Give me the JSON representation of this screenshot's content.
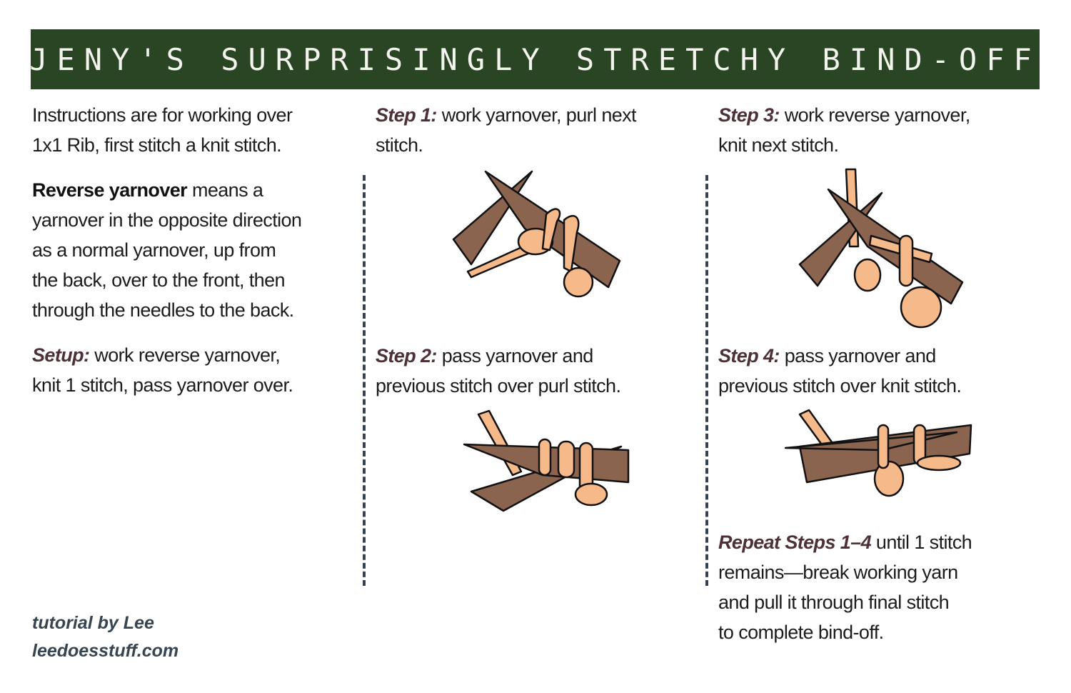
{
  "title": "JENY'S SURPRISINGLY STRETCHY BIND-OFF",
  "intro": {
    "lines": [
      "Instructions are for working over",
      "1x1 Rib, first stitch a knit stitch."
    ]
  },
  "reverse_yarnover": {
    "term": "Reverse yarnover",
    "lines": [
      " means a",
      "yarnover in the opposite direction",
      "as a normal yarnover, up from",
      "the back, over to the front, then",
      "through the needles to the back."
    ]
  },
  "setup": {
    "label": "Setup:",
    "lines": [
      " work reverse yarnover,",
      "knit 1 stitch, pass yarnover over."
    ]
  },
  "steps": [
    {
      "label": "Step 1:",
      "lines": [
        " work yarnover, purl next",
        "stitch."
      ]
    },
    {
      "label": "Step 2:",
      "lines": [
        " pass yarnover and",
        "previous stitch over purl stitch."
      ]
    },
    {
      "label": "Step 3:",
      "lines": [
        " work reverse yarnover,",
        "knit next stitch."
      ]
    },
    {
      "label": "Step 4:",
      "lines": [
        " pass yarnover and",
        "previous stitch over knit stitch."
      ]
    }
  ],
  "repeat": {
    "label": "Repeat Steps 1–4",
    "lines": [
      " until 1 stitch",
      "remains—break working yarn",
      "and pull it through final stitch",
      "to complete bind-off."
    ]
  },
  "footer": {
    "author": "tutorial by Lee",
    "site": "leedoesstuff.com"
  },
  "colors": {
    "banner": "#2a4523",
    "label": "#4e3136",
    "needle": "#8b6450",
    "yarn": "#f6b98a",
    "footer": "#36454f"
  }
}
